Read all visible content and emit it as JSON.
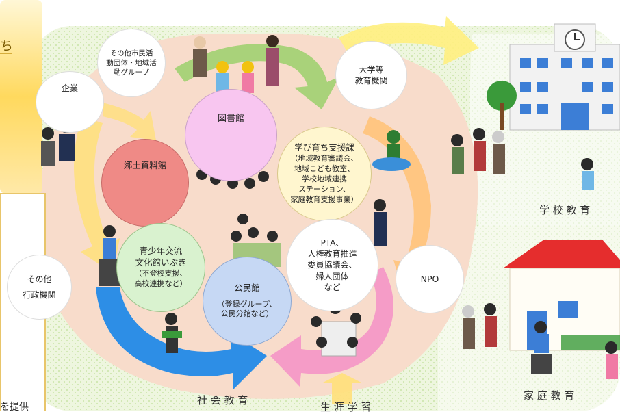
{
  "left_panel": {
    "top_fragment": "ち",
    "bottom_fragment": "を提供"
  },
  "nodes": {
    "other_groups": [
      "その他市民活",
      "動団体・地域活",
      "動グループ"
    ],
    "company": "企業",
    "library": "図書館",
    "university": [
      "大学等",
      "教育機関"
    ],
    "local_museum": "郷土資料館",
    "support_division": {
      "title": "学び育ち支援課",
      "lines": [
        "（地域教育審議会、",
        "地域こども教室、",
        "学校地域連携",
        "ステーション、",
        "家庭教育支援事業）"
      ]
    },
    "youth_center": {
      "title": [
        "青少年交流",
        "文化館いぶき"
      ],
      "sub": [
        "（不登校支援、",
        "高校連携など）"
      ]
    },
    "pta": [
      "PTA、",
      "人権教育推進",
      "委員協議会、",
      "婦人団体",
      "など"
    ],
    "community_hall": {
      "title": "公民館",
      "sub": [
        "（登録グループ、",
        "公民分館など）"
      ]
    },
    "other_admin": [
      "その他",
      "行政機関"
    ],
    "npo": "NPO"
  },
  "sections": {
    "school": "学 校 教 育",
    "home": "家 庭 教 育",
    "social": "社 会 教 育",
    "lifelong": "生 涯 学 習"
  },
  "colors": {
    "center_blob": "#f7dccb",
    "left_panel": "#ffd24a",
    "arrow_green": "#9ccc65",
    "arrow_blue": "#1e88e5",
    "arrow_pink": "#f48fb1",
    "arrow_orange": "#ffb74d",
    "arrow_yellow": "#ffe082",
    "library_fill": "#f8c6f0",
    "museum_fill": "#ef8a86",
    "youth_fill": "#d9f2cf",
    "hall_fill": "#c6d8f4"
  }
}
